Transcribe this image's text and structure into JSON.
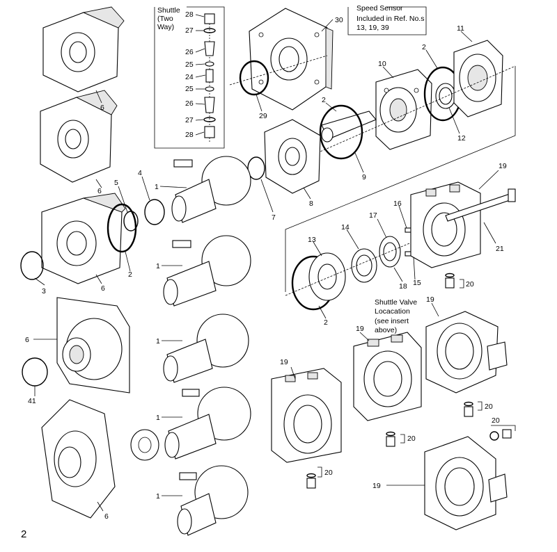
{
  "page_number": "2",
  "callouts": {
    "shuttle_title": [
      "Shuttle",
      "(Two",
      "Way)"
    ],
    "speed_sensor_title": [
      "Speed Sensor",
      "Included in Ref. No.s",
      "13, 19, 39"
    ],
    "shuttle_valve_note": [
      "Shuttle Valve",
      "Locacation",
      "(see insert",
      "above)"
    ]
  },
  "shuttle_numbers": [
    "28",
    "27",
    "26",
    "25",
    "24",
    "25",
    "26",
    "27",
    "28"
  ],
  "labels": {
    "l30": "30",
    "l11": "11",
    "l2a": "2",
    "l10": "10",
    "l12": "12",
    "l29": "29",
    "l2b": "2",
    "l9": "9",
    "l6a": "6",
    "l6b": "6",
    "l4": "4",
    "l5": "5",
    "l1a": "1",
    "l7": "7",
    "l8": "8",
    "l19a": "19",
    "l21": "21",
    "l16": "16",
    "l17": "17",
    "l14": "14",
    "l13": "13",
    "l2c": "2",
    "l18": "18",
    "l15": "15",
    "l20a": "20",
    "l2d": "2",
    "l6c": "6",
    "l3": "3",
    "l1b": "1",
    "l19b": "19",
    "l19c": "19",
    "l6d": "6",
    "l1c": "1",
    "l41": "41",
    "l19d": "19",
    "l20b": "20",
    "l1d": "1",
    "l20c": "20",
    "l20d": "20",
    "l20e": "20",
    "l6e": "6",
    "l1e": "1",
    "l19e": "19"
  }
}
